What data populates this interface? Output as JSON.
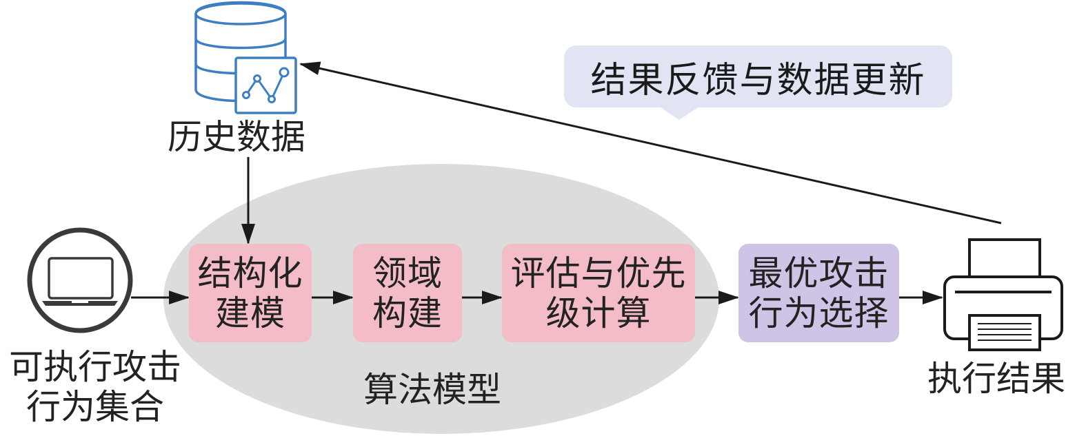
{
  "feedback_label": "结果反馈与数据更新",
  "history_label": "历史数据",
  "input_label": [
    "可执行攻击",
    "行为集合"
  ],
  "algorithm_label": "算法模型",
  "output_label": "执行结果",
  "steps": [
    {
      "lines": [
        "结构化",
        "建模"
      ]
    },
    {
      "lines": [
        "领域",
        "构建"
      ]
    },
    {
      "lines": [
        "评估与优先",
        "级计算"
      ]
    },
    {
      "lines": [
        "最优攻击",
        "行为选择"
      ]
    }
  ],
  "icons": {
    "database": "database-chart-icon",
    "laptop": "laptop-icon",
    "printer": "printer-icon"
  },
  "colors": {
    "step_pink": "#f3bcc7",
    "step_purple": "#cfc3e6",
    "algorithm_area": "#dcdcdc",
    "bubble": "#e1e4f3",
    "icon_blue": "#3d7fc1"
  }
}
